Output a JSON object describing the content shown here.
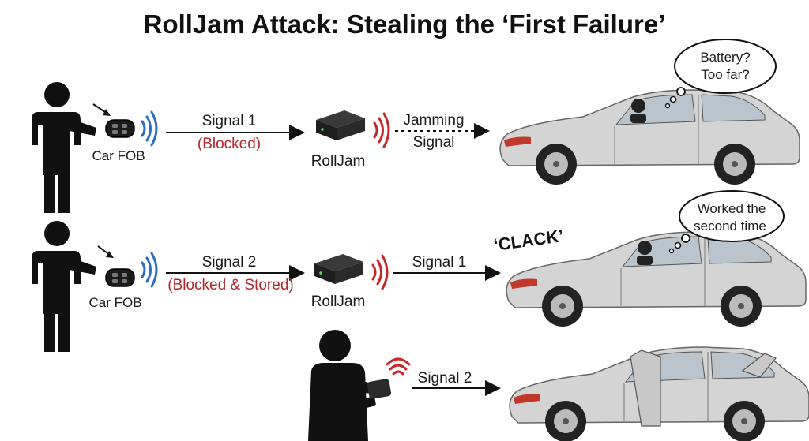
{
  "title": "RollJam Attack: Stealing the ‘First Failure’",
  "colors": {
    "blocked_text": "#b3262b",
    "fob_waves": "#2b6cc4",
    "jam_waves": "#c62828",
    "car_body": "#d6d6d6",
    "figure": "#111111"
  },
  "row1": {
    "fob_label": "Car FOB",
    "signal_label": "Signal 1",
    "signal_status": "(Blocked)",
    "device_label": "RollJam",
    "jam_label_line1": "Jamming",
    "jam_label_line2": "Signal",
    "thought_line1": "Battery?",
    "thought_line2": "Too far?"
  },
  "row2": {
    "fob_label": "Car FOB",
    "signal_label": "Signal 2",
    "signal_status": "(Blocked & Stored)",
    "device_label": "RollJam",
    "replay_label": "Signal 1",
    "sound_effect": "‘CLACK’",
    "thought_line1": "Worked the",
    "thought_line2": "second time"
  },
  "row3": {
    "replay_label": "Signal 2"
  }
}
